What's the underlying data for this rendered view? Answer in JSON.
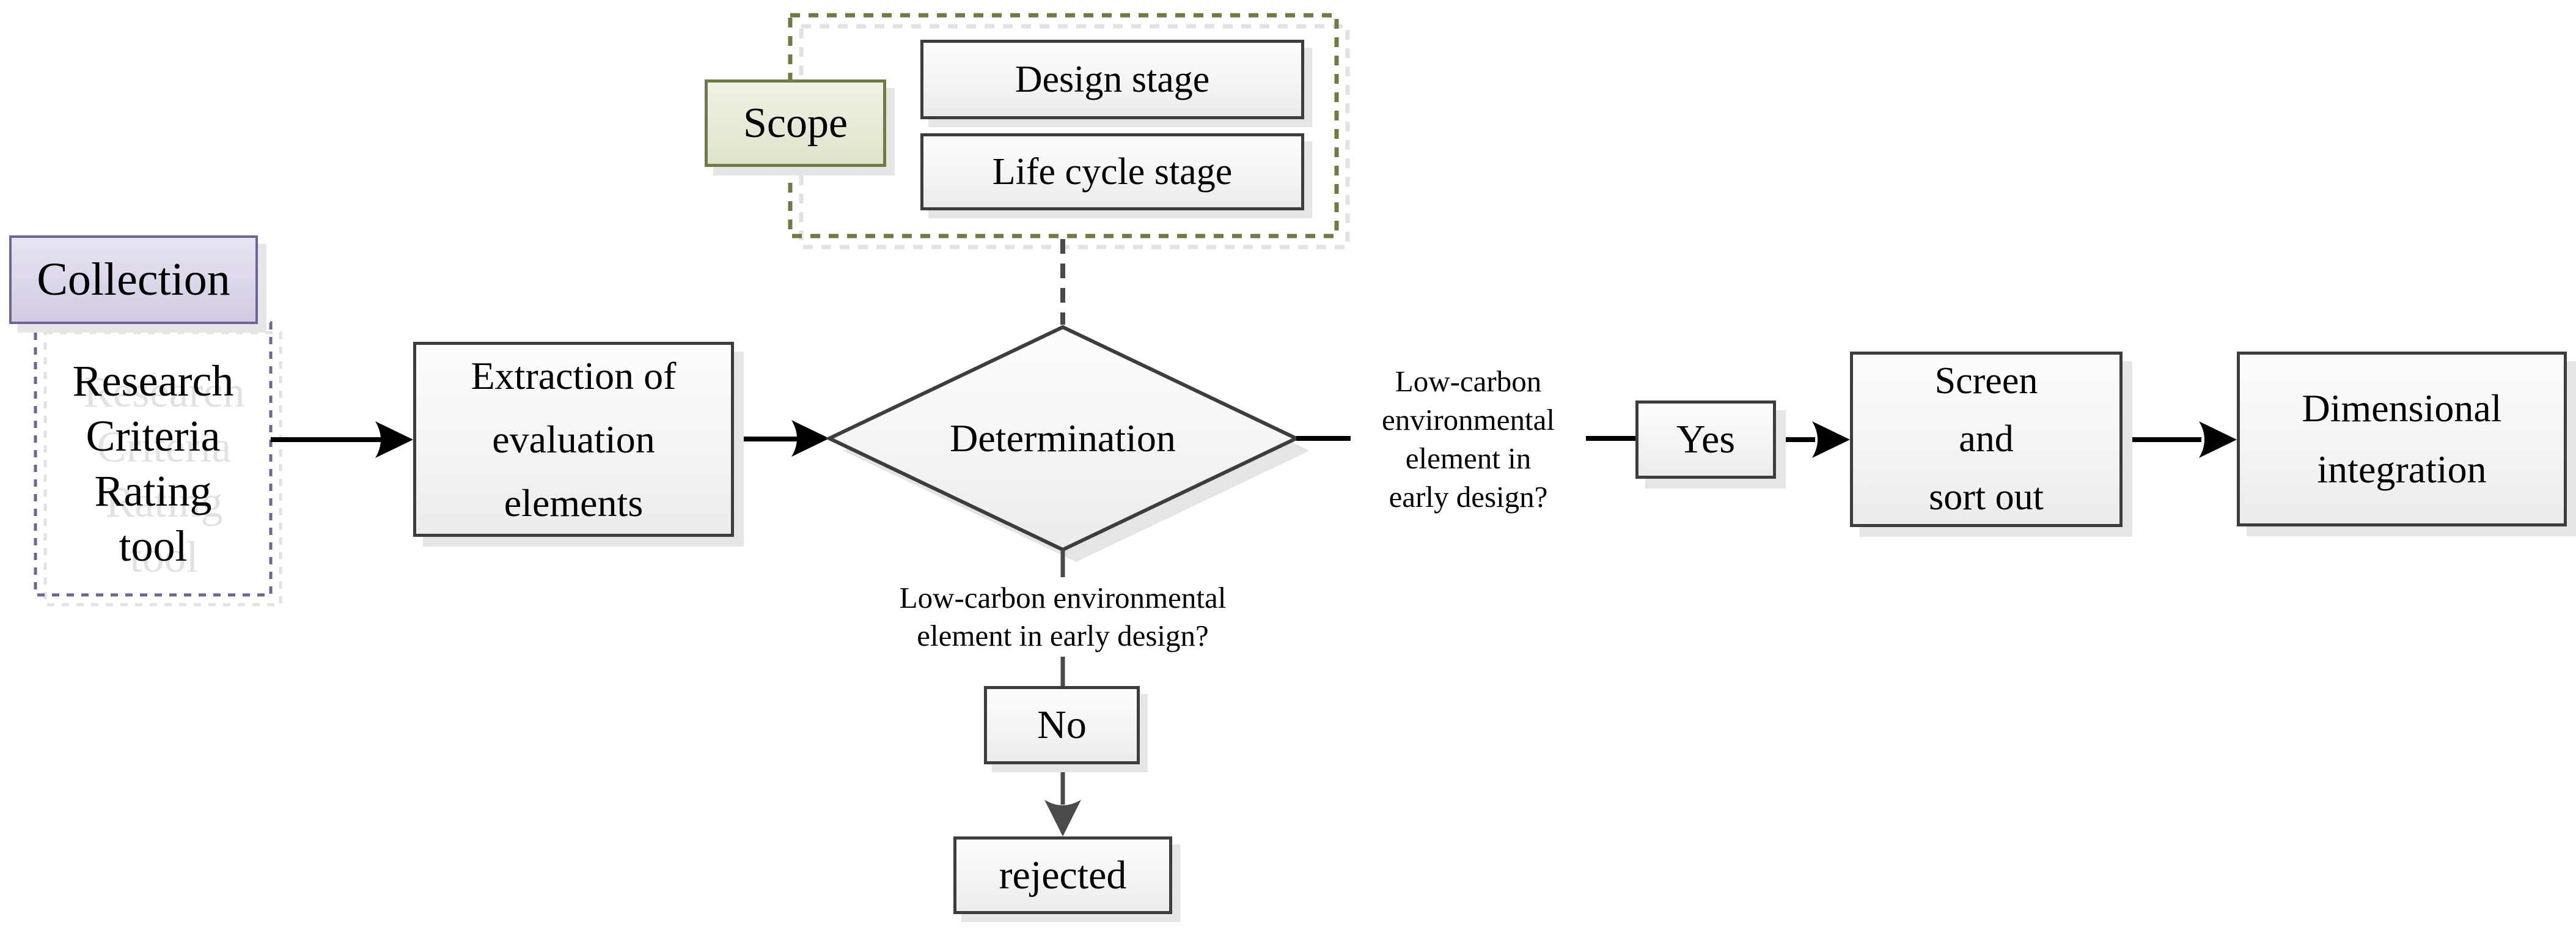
{
  "title": "Low-carbon element determination flowchart",
  "theme": {
    "purple_border": "#6e6496",
    "purple_fill_top": "#e8e4f1",
    "purple_fill_bottom": "#d2cbe3",
    "olive_border": "#6e7b45",
    "green_fill_top": "#f0f2e4",
    "green_fill_bottom": "#dee4ca",
    "box_border": "#3d3d3d",
    "box_fill_top": "#fdfdfd",
    "box_fill_bottom": "#ebebeb",
    "shadow": "#e5e5e5",
    "ghost": "#e2e2e2",
    "connector_dark": "#4a4a4a",
    "connector_black": "#000000"
  },
  "nodes": {
    "collection": {
      "label": "Collection"
    },
    "research": {
      "lines": [
        "Research",
        "Criteria",
        "Rating",
        "tool"
      ]
    },
    "scope": {
      "label": "Scope"
    },
    "design_stage": {
      "label": "Design stage"
    },
    "life_cycle_stage": {
      "label": "Life cycle stage"
    },
    "extraction": {
      "lines": [
        "Extraction of",
        "evaluation",
        "elements"
      ]
    },
    "determination": {
      "label": "Determination"
    },
    "question_right": {
      "lines": [
        "Low-carbon",
        "environmental",
        "element in",
        "early design?"
      ]
    },
    "question_bottom": {
      "lines": [
        "Low-carbon environmental",
        "element in early design?"
      ]
    },
    "yes": {
      "label": "Yes"
    },
    "no": {
      "label": "No"
    },
    "screen": {
      "lines": [
        "Screen",
        "and",
        "sort out"
      ]
    },
    "dimensional": {
      "lines": [
        "Dimensional",
        "integration"
      ]
    },
    "rejected": {
      "label": "rejected"
    }
  }
}
